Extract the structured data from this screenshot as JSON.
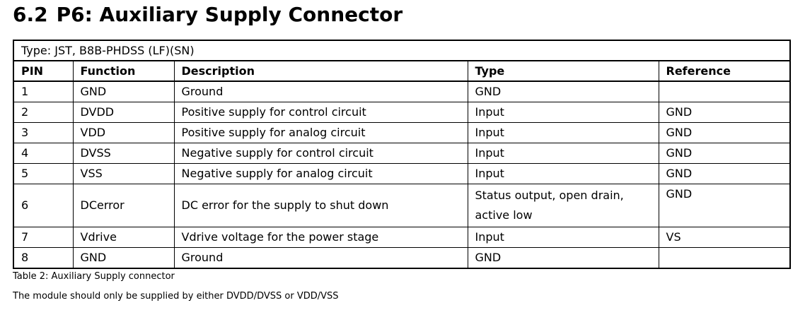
{
  "heading": {
    "number": "6.2",
    "title": "P6: Auxiliary Supply Connector"
  },
  "table": {
    "type_line": "Type: JST, B8B-PHDSS (LF)(SN)",
    "columns": [
      "PIN",
      "Function",
      "Description",
      "Type",
      "Reference"
    ],
    "rows": [
      {
        "pin": "1",
        "function": "GND",
        "description": "Ground",
        "type": "GND",
        "reference": ""
      },
      {
        "pin": "2",
        "function": "DVDD",
        "description": "Positive supply for control circuit",
        "type": "Input",
        "reference": "GND"
      },
      {
        "pin": "3",
        "function": "VDD",
        "description": "Positive supply for analog circuit",
        "type": "Input",
        "reference": "GND"
      },
      {
        "pin": "4",
        "function": "DVSS",
        "description": "Negative supply for control circuit",
        "type": "Input",
        "reference": "GND"
      },
      {
        "pin": "5",
        "function": "VSS",
        "description": "Negative supply for analog circuit",
        "type": "Input",
        "reference": "GND"
      },
      {
        "pin": "6",
        "function": "DCerror",
        "description": "DC error for the supply to shut down",
        "type": "Status output, open drain, active low",
        "reference": "GND"
      },
      {
        "pin": "7",
        "function": "Vdrive",
        "description": "Vdrive voltage for the power stage",
        "type": "Input",
        "reference": "VS"
      },
      {
        "pin": "8",
        "function": "GND",
        "description": "Ground",
        "type": "GND",
        "reference": ""
      }
    ]
  },
  "caption": "Table 2: Auxiliary Supply connector",
  "note": "The module should only be supplied by either DVDD/DVSS or VDD/VSS"
}
